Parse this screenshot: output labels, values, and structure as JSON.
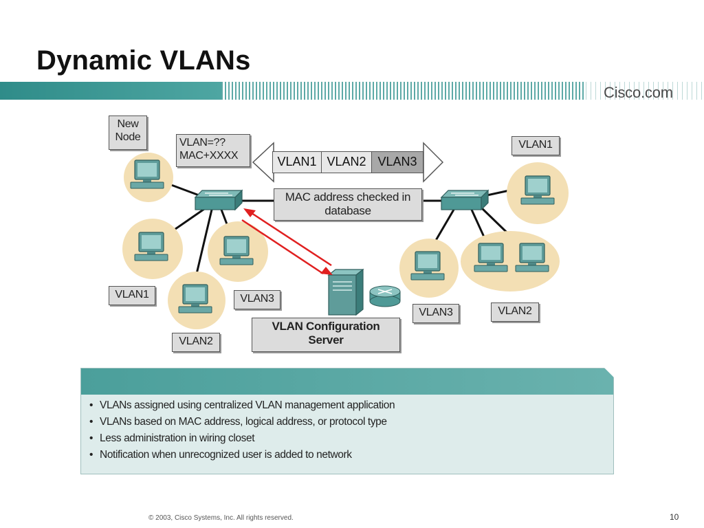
{
  "slide": {
    "title": "Dynamic VLANs",
    "brand": "Cisco.com",
    "footer": "© 2003, Cisco Systems, Inc. All rights reserved.",
    "page_number": "10"
  },
  "diagram": {
    "new_node_label": "New Node",
    "query_label": "VLAN=?? MAC+XXXX",
    "frame_fields": [
      "VLAN1",
      "VLAN2",
      "VLAN3"
    ],
    "check_label": "MAC address checked in database",
    "server_label": "VLAN Configuration Server",
    "left_labels": [
      "VLAN1",
      "VLAN3",
      "VLAN2"
    ],
    "right_labels": [
      "VLAN1",
      "VLAN3",
      "VLAN2"
    ]
  },
  "notes": {
    "items": [
      "VLANs assigned using centralized VLAN management application",
      "VLANs based on MAC address, logical address, or protocol type",
      "Less administration in wiring closet",
      "Notification when unrecognized user is added to network"
    ]
  },
  "colors": {
    "accent_teal": "#3f9a96",
    "node_halo": "#f3dfb4",
    "device_teal": "#6aa8a6",
    "signal_red": "#e02020"
  }
}
